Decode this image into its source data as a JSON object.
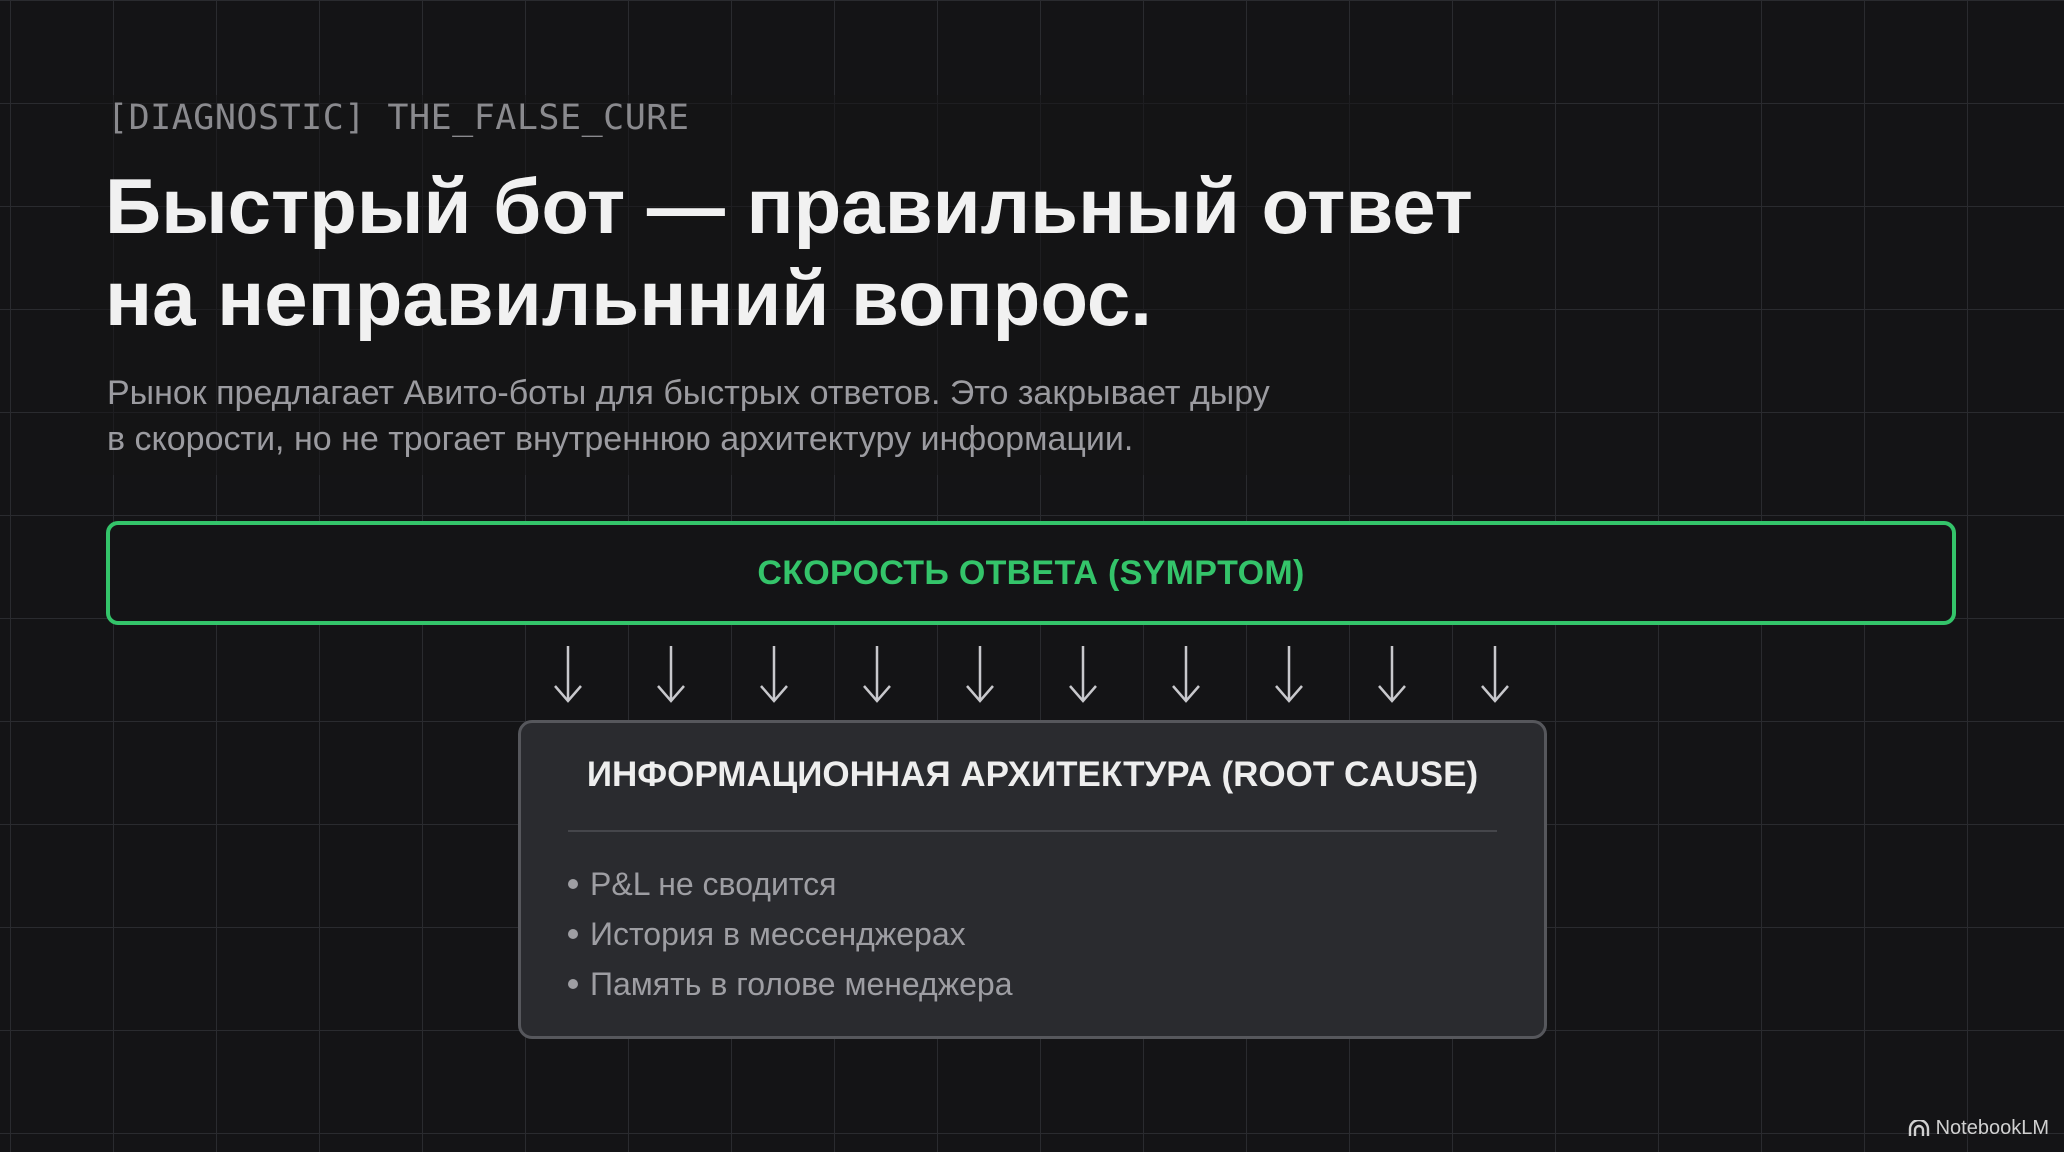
{
  "header": {
    "tag": "[DIAGNOSTIC] THE_FALSE_CURE",
    "title_lines": [
      "Быстрый бот — правильный ответ",
      "на неправильнний вопрос."
    ],
    "subtitle_lines": [
      "Рынок предлагает Авито-боты для быстрых ответов. Это закрывает дыру",
      "в скорости, но не трогает внутреннюю архитектуру информации."
    ]
  },
  "symptom": {
    "label": "СКОРОСТЬ ОТВЕТА (SYMPTOM)",
    "color": "#34c46a"
  },
  "arrows": {
    "count": 10,
    "icon": "arrow-down-icon"
  },
  "root_cause": {
    "title": "ИНФОРМАЦИОННАЯ АРХИТЕКТУРА (ROOT CAUSE)",
    "items": [
      "P&L не сводится",
      "История в мессенджерах",
      "Память в голове менеджера"
    ]
  },
  "watermark": {
    "label": "NotebookLM",
    "icon": "notebooklm-logo-icon"
  }
}
